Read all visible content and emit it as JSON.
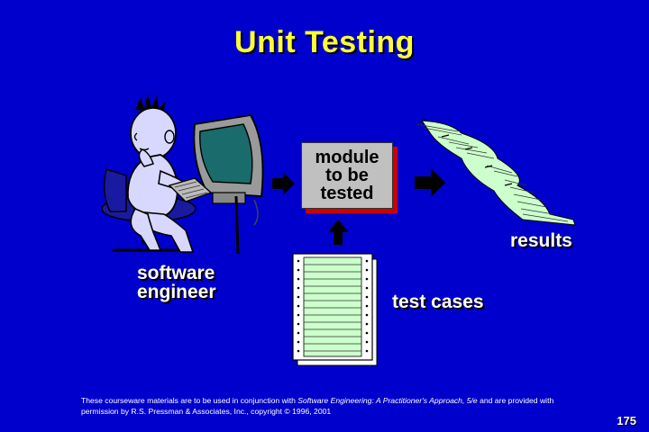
{
  "slide": {
    "title": "Unit Testing",
    "module_label": "module\nto be\ntested",
    "results_label": "results",
    "engineer_label_line1": "software",
    "engineer_label_line2": "engineer",
    "test_cases_label": "test cases",
    "footer_part1": "These courseware materials are to be used in conjunction with ",
    "footer_italic": "Software Engineering: A Practitioner's Approach, 5/e",
    "footer_part2": " and are provided with permission by R.S. Pressman & Associates, Inc., copyright © 1996, 2001",
    "page_number": "175"
  },
  "colors": {
    "background": "#0000cc",
    "title": "#ffff33",
    "box_fill": "#c0c0c0",
    "box_shadow": "#cc0000",
    "paper_fill": "#ccffcc"
  },
  "icons": [
    "engineer-figure-icon",
    "computer-monitor-icon",
    "keyboard-icon",
    "chair-icon",
    "arrow-right-icon",
    "arrow-up-icon",
    "results-paper-stream-icon",
    "test-cases-printout-icon"
  ]
}
